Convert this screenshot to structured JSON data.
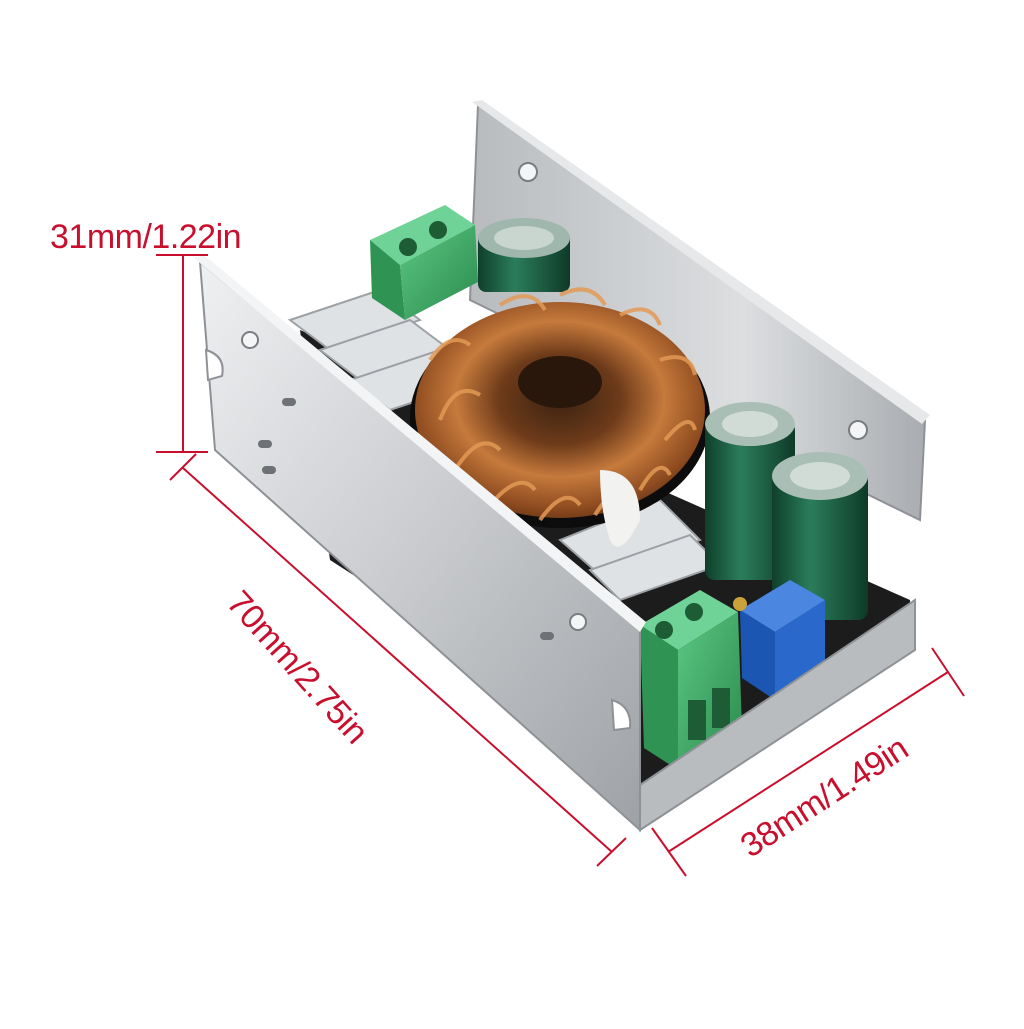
{
  "product": {
    "subject": "dc-dc-converter-module",
    "colors": {
      "dimension_lines": "#c8102e",
      "aluminum_case": "#c9cbce",
      "terminal_block": "#3cae62",
      "copper_coil": "#b5652b",
      "capacitor": "#1f6b4d",
      "potentiometer": "#1f5fbf",
      "pcb": "#222222"
    }
  },
  "dimensions": {
    "height_label": "31mm/1.22in",
    "length_label": "70mm/2.75in",
    "width_label": "38mm/1.49in"
  }
}
